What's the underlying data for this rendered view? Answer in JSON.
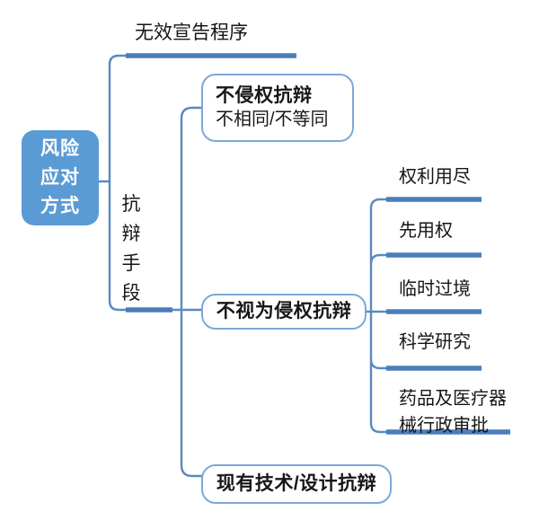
{
  "diagram": {
    "type": "mind-map",
    "title": "风险应对方式",
    "colors": {
      "root_fill": "#5b9bd5",
      "root_text": "#ffffff",
      "connector": "#5b89c0",
      "underline_bar": "#4a7ebb",
      "box_border": "#7da7d9",
      "box_fill": "#ffffff",
      "text": "#161616",
      "background": "#ffffff"
    },
    "root": {
      "label_lines": [
        "风险",
        "应对",
        "方式"
      ]
    },
    "branches": [
      {
        "id": "invalidation",
        "label": "无效宣告程序",
        "style": "underline"
      },
      {
        "id": "defense-means",
        "label_chars": [
          "抗",
          "辩",
          "手",
          "段"
        ],
        "label": "抗辩手段",
        "style": "underline-vertical-text",
        "children": [
          {
            "id": "non-infringement",
            "style": "rounded-box",
            "title": "不侵权抗辩",
            "subtitle": "不相同/不等同"
          },
          {
            "id": "not-deemed-infringement",
            "style": "rounded-box",
            "title": "不视为侵权抗辩",
            "children": [
              {
                "id": "exhaustion",
                "label": "权利用尽",
                "style": "underline"
              },
              {
                "id": "prior-use",
                "label": "先用权",
                "style": "underline"
              },
              {
                "id": "temp-transit",
                "label": "临时过境",
                "style": "underline"
              },
              {
                "id": "scientific-research",
                "label": "科学研究",
                "style": "underline"
              },
              {
                "id": "drug-device-approval",
                "label": "药品及医疗器械行政审批",
                "label_lines": [
                  "药品及医疗器",
                  "械行政审批"
                ],
                "style": "underline"
              }
            ]
          },
          {
            "id": "prior-art-design",
            "style": "rounded-box",
            "title": "现有技术/设计抗辩"
          }
        ]
      }
    ]
  }
}
